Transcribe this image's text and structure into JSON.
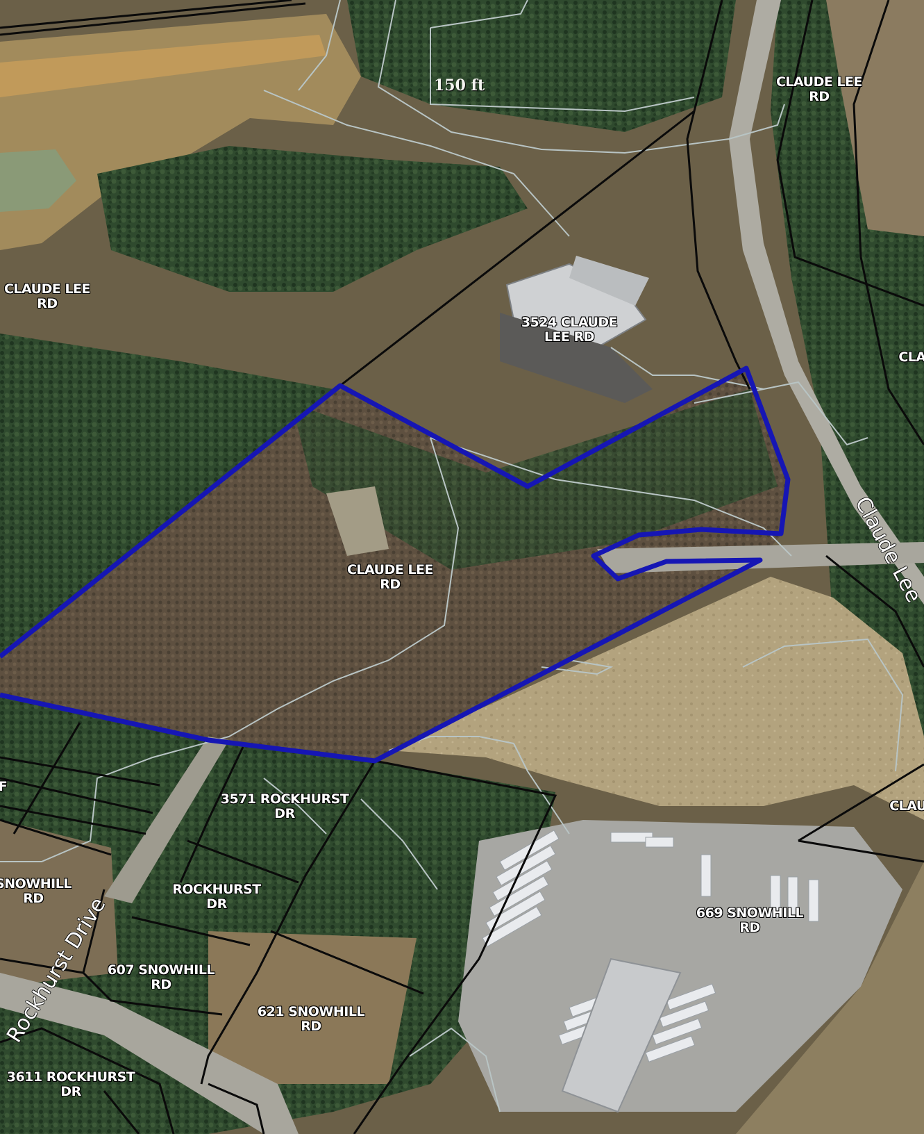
{
  "map": {
    "colors": {
      "parcel_boundary": "#0a0a0a",
      "highlight_parcel": "#1616b4",
      "contour_line": "#b8c4c4",
      "forest": "#2f4a2e",
      "bare_ground": "#b7a47c",
      "road": "#a9a79c"
    },
    "contour_label": "150 ft",
    "street_labels": [
      {
        "id": "claude-lee",
        "text": "Claude Lee"
      },
      {
        "id": "rockhurst-drive",
        "text": "Rockhurst Drive"
      }
    ],
    "parcel_labels": [
      {
        "id": "claude-lee-rd-ne",
        "lines": [
          "CLAUDE LEE",
          "RD"
        ]
      },
      {
        "id": "claude-lee-rd-w",
        "lines": [
          "CLAUDE LEE",
          "RD"
        ]
      },
      {
        "id": "3524-claude-lee-rd",
        "lines": [
          "3524 CLAUDE",
          "LEE RD"
        ]
      },
      {
        "id": "cla-east",
        "lines": [
          "CLA"
        ]
      },
      {
        "id": "claude-lee-rd-center",
        "lines": [
          "CLAUDE LEE",
          "RD"
        ]
      },
      {
        "id": "clau-east",
        "lines": [
          "CLAU"
        ]
      },
      {
        "id": "f-west",
        "lines": [
          "F"
        ]
      },
      {
        "id": "3571-rockhurst-dr",
        "lines": [
          "3571 ROCKHURST",
          "DR"
        ]
      },
      {
        "id": "669-snowhill-rd",
        "lines": [
          "669 SNOWHILL",
          "RD"
        ]
      },
      {
        "id": "snowhill-rd",
        "lines": [
          "SNOWHILL",
          "RD"
        ]
      },
      {
        "id": "rockhurst-dr",
        "lines": [
          "ROCKHURST",
          "DR"
        ]
      },
      {
        "id": "607-snowhill-rd",
        "lines": [
          "607 SNOWHILL",
          "RD"
        ]
      },
      {
        "id": "621-snowhill-rd",
        "lines": [
          "621 SNOWHILL",
          "RD"
        ]
      },
      {
        "id": "3611-rockhurst-dr",
        "lines": [
          "3611 ROCKHURST",
          "DR"
        ]
      }
    ]
  }
}
